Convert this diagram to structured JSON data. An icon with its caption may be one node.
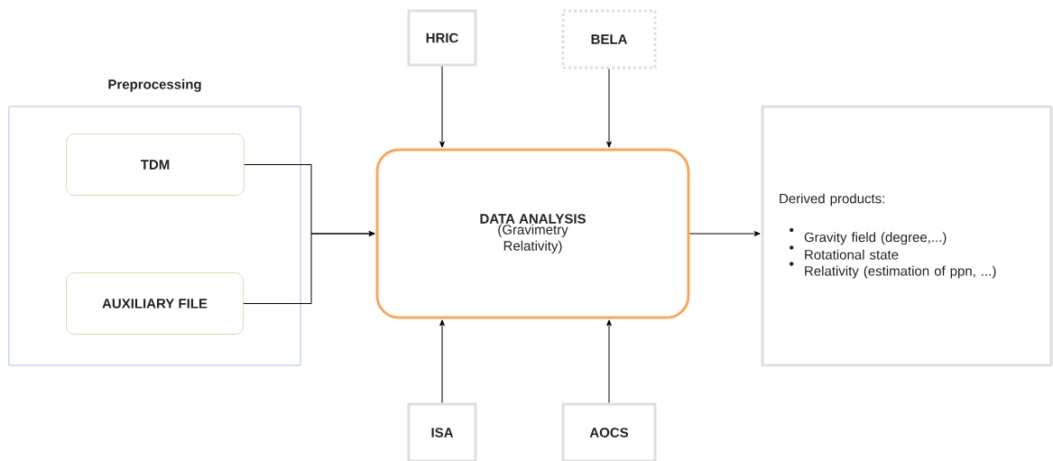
{
  "diagram": {
    "nodes": [
      {
        "text": [
          "Preprocessing"
        ]
      },
      {
        "text": [
          "TDM"
        ],
        "in": 0
      },
      {
        "text": [
          "AUXILIARY FILE"
        ],
        "in": 0
      },
      {
        "text": [
          "HRIC"
        ]
      },
      {
        "text": [
          "BELA"
        ]
      },
      {
        "text": [
          "DATA ANALYSIS",
          "(Gravimetry Relativity)"
        ]
      },
      {
        "text": [
          "Derived products:",
          "Gravity field (degree,...)",
          "Rotational state",
          "Relativity (estimation of ppn, ...)"
        ]
      },
      {
        "text": [
          "ISA"
        ]
      },
      {
        "text": [
          "AOCS"
        ]
      }
    ],
    "edges": [
      {
        "from": 1,
        "to": 5,
        "arrow": "to"
      },
      {
        "from": 2,
        "to": 5,
        "arrow": "to"
      },
      {
        "from": 3,
        "to": 5,
        "arrow": "to"
      },
      {
        "from": 4,
        "to": 5,
        "arrow": "to"
      },
      {
        "from": 7,
        "to": 5,
        "arrow": "to"
      },
      {
        "from": 8,
        "to": 5,
        "arrow": "to"
      },
      {
        "from": 5,
        "to": 6,
        "arrow": "to"
      }
    ]
  }
}
